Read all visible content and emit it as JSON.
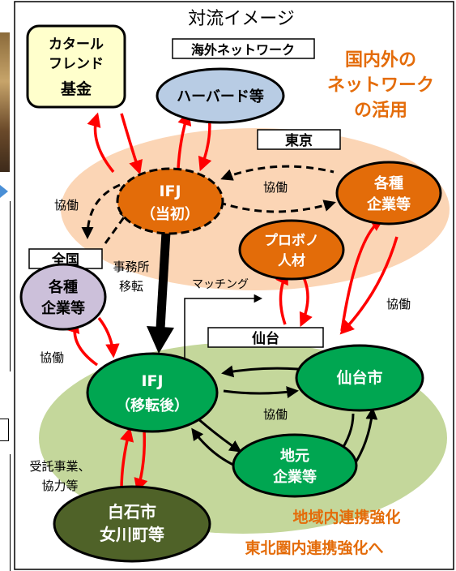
{
  "title": "対流イメージ",
  "overseas_label": "海外ネットワーク",
  "tokyo_label": "東京",
  "sendai_label": "仙台",
  "national_label": "全国",
  "network_note": [
    "国内外の",
    "ネットワーク",
    "の活用"
  ],
  "nodes": {
    "qatar": [
      "カタール",
      "フレンド",
      "基金"
    ],
    "harvard": "ハーバード等",
    "ifj_initial": [
      "IFJ",
      "（当初）"
    ],
    "companies_tokyo": [
      "各種",
      "企業等"
    ],
    "probono": [
      "プロボノ",
      "人材"
    ],
    "companies_national": [
      "各種",
      "企業等"
    ],
    "ifj_after": [
      "IFJ",
      "（移転後）"
    ],
    "sendai_city": "仙台市",
    "local_companies": [
      "地元",
      "企業等"
    ],
    "shiroishi": [
      "白石市",
      "女川町等"
    ]
  },
  "edge_labels": {
    "cooperation_tokyo": "協働",
    "cooperation_left": "協働",
    "office_move": [
      "事務所",
      "移転"
    ],
    "matching": "マッチング",
    "cooperation_right": "協働",
    "cooperation_national": "協働",
    "cooperation_sendai": "協働",
    "commissioned": [
      "受託事業、",
      "協力等"
    ]
  },
  "footer": {
    "regional": "地域内連携強化",
    "tohoku": "東北圏内連携強化へ"
  },
  "colors": {
    "orange_node": "#e36c09",
    "green_node": "#00a651",
    "tokyo_zone": "#fbd5b5",
    "sendai_zone": "#c4d79b",
    "qatar_fill": "#ffffcc",
    "harvard_fill": "#b8cce4",
    "national_fill": "#ccc0da",
    "shiroishi_fill": "#4f6228",
    "red_arrow": "#ff0000",
    "orange_text": "#e46c0a"
  }
}
